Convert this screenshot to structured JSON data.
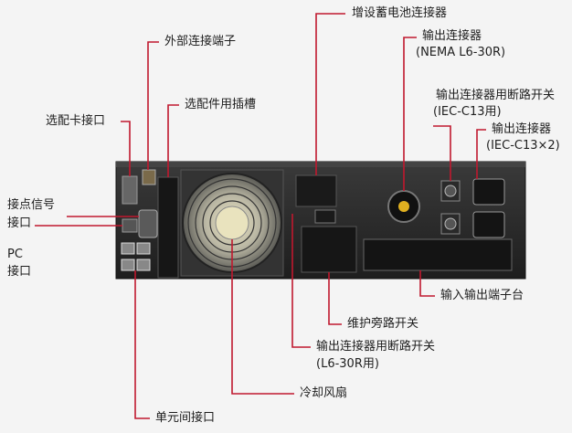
{
  "labels": {
    "battery_connector": "增设蓄电池连接器",
    "external_terminal": "外部连接端子",
    "output_connector_nema_line1": "输出连接器",
    "output_connector_nema_line2": "(NEMA L6-30R)",
    "breaker_c13_line1": "输出连接器用断路开关",
    "breaker_c13_line2": "(IEC-C13用)",
    "option_slot": "选配件用插槽",
    "option_card_port": "选配卡接口",
    "output_c13_line1": "输出连接器",
    "output_c13_line2": "(IEC-C13×2)",
    "contact_signal_line1": "接点信号",
    "contact_signal_line2": "接口",
    "pc_port_line1": "PC",
    "pc_port_line2": "接口",
    "io_terminal_block": "输入输出端子台",
    "bypass_switch": "维护旁路开关",
    "breaker_l630_line1": "输出连接器用断路开关",
    "breaker_l630_line2": "(L6-30R用)",
    "cooling_fan": "冷却风扇",
    "inter_unit_port": "单元间接口"
  },
  "colors": {
    "leader_line": "#c0182e",
    "panel": "#2b2b2b",
    "panel_edge": "#161616",
    "background": "#f4f4f4"
  }
}
